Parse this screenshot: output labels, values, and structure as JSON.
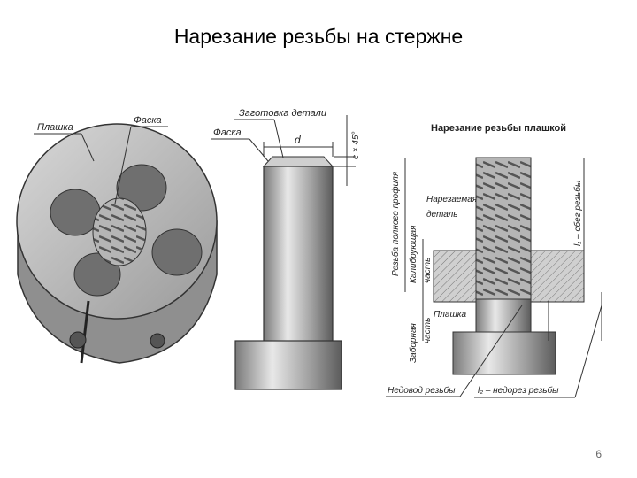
{
  "slide": {
    "title": "Нарезание резьбы на стержне",
    "page_number": "6"
  },
  "die": {
    "label_die": "Плашка",
    "label_chamfer": "Фаска"
  },
  "blank": {
    "label_blank": "Заготовка детали",
    "label_chamfer": "Фаска",
    "label_diameter": "d",
    "label_chamfer_size": "c × 45°"
  },
  "threading": {
    "header": "Нарезание резьбы плашкой",
    "label_full_profile": "Резьба полного профиля",
    "label_part_being_cut": "Нарезаемая",
    "label_part_being_cut_2": "деталь",
    "label_calibrating_1": "Калибрующая",
    "label_calibrating_2": "часть",
    "label_die": "Плашка",
    "label_intake_1": "Заборная",
    "label_intake_2": "часть",
    "label_runout": "l₁ – сбег резьбы",
    "label_undercut_short": "Недовод резьбы",
    "label_undercut": "l₂ – недорез резьбы"
  }
}
